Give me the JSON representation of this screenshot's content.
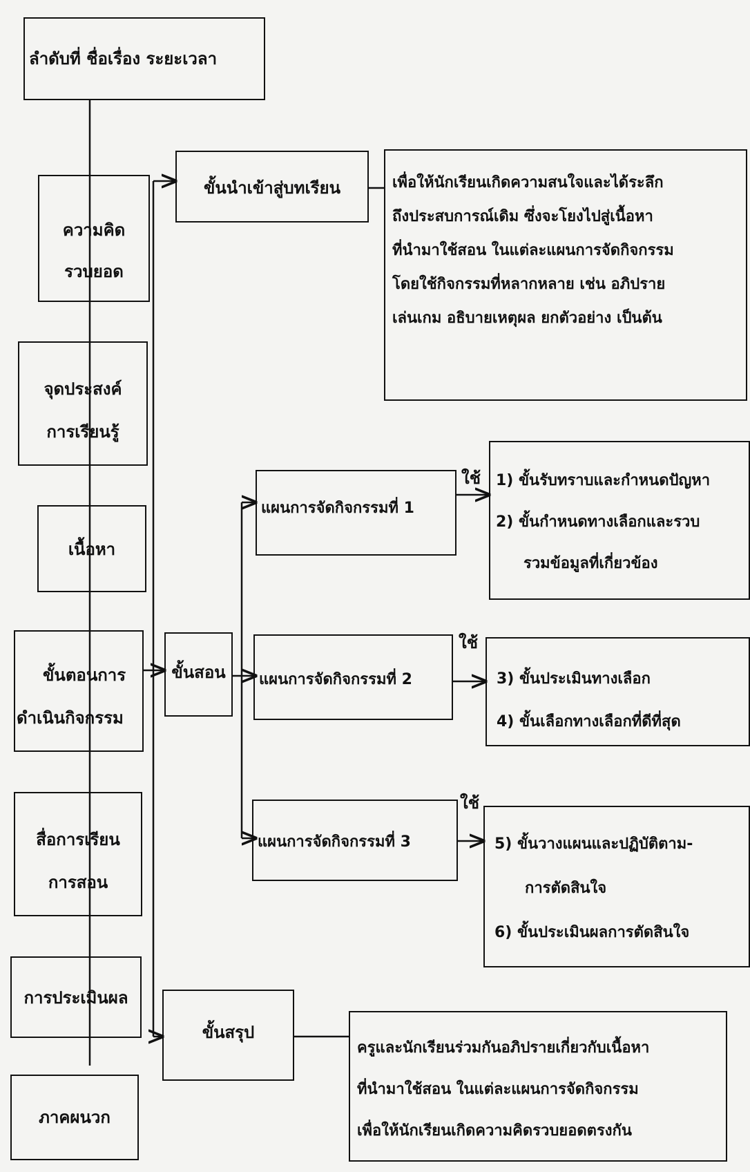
{
  "left_column": [
    {
      "id": "header",
      "lines": [
        "ลำดับที่ ชื่อเรื่อง ระยะเวลา"
      ]
    },
    {
      "id": "concept",
      "lines": [
        "ความคิด",
        "รวบยอด"
      ]
    },
    {
      "id": "objective",
      "lines": [
        "จุดประสงค์",
        "การเรียนรู้"
      ]
    },
    {
      "id": "content",
      "lines": [
        "เนื้อหา"
      ]
    },
    {
      "id": "procedure",
      "lines": [
        "ขั้นตอนการ",
        "ดำเนินกิจกรรม"
      ]
    },
    {
      "id": "media",
      "lines": [
        "สื่อการเรียน",
        "การสอน"
      ]
    },
    {
      "id": "evaluation",
      "lines": [
        "การประเมินผล"
      ]
    },
    {
      "id": "appendix",
      "lines": [
        "ภาคผนวก"
      ]
    }
  ],
  "stages": {
    "intro": "ขั้นนำเข้าสู่บทเรียน",
    "teach": "ขั้นสอน",
    "summary": "ขั้นสรุป"
  },
  "intro_note": [
    "เพื่อให้นักเรียนเกิดความสนใจและได้ระลึก",
    "ถึงประสบการณ์เดิม ซึ่งจะโยงไปสู่เนื้อหา",
    "ที่นำมาใช้สอน ในแต่ละแผนการจัดกิจกรรม",
    "โดยใช้กิจกรรมที่หลากหลาย เช่น อภิปราย",
    "เล่นเกม อธิบายเหตุผล ยกตัวอย่าง เป็นต้น"
  ],
  "summary_note": [
    "ครูและนักเรียนร่วมกันอภิปรายเกี่ยวกับเนื้อหา",
    "ที่นำมาใช้สอน ในแต่ละแผนการจัดกิจกรรม",
    "เพื่อให้นักเรียนเกิดความคิดรวบยอดตรงกัน"
  ],
  "plans": [
    {
      "label": "แผนการจัดกิจกรรมที่ 1",
      "use": "ใช้",
      "steps": [
        "1) ขั้นรับทราบและกำหนดปัญหา",
        "2) ขั้นกำหนดทางเลือกและรวบ",
        "รวมข้อมูลที่เกี่ยวข้อง"
      ]
    },
    {
      "label": "แผนการจัดกิจกรรมที่ 2",
      "use": "ใช้",
      "steps": [
        "3) ขั้นประเมินทางเลือก",
        "4) ขั้นเลือกทางเลือกที่ดีที่สุด"
      ]
    },
    {
      "label": "แผนการจัดกิจกรรมที่ 3",
      "use": "ใช้",
      "steps": [
        "5) ขั้นวางแผนและปฏิบัติตาม-",
        "การตัดสินใจ",
        "6) ขั้นประเมินผลการตัดสินใจ"
      ]
    }
  ]
}
